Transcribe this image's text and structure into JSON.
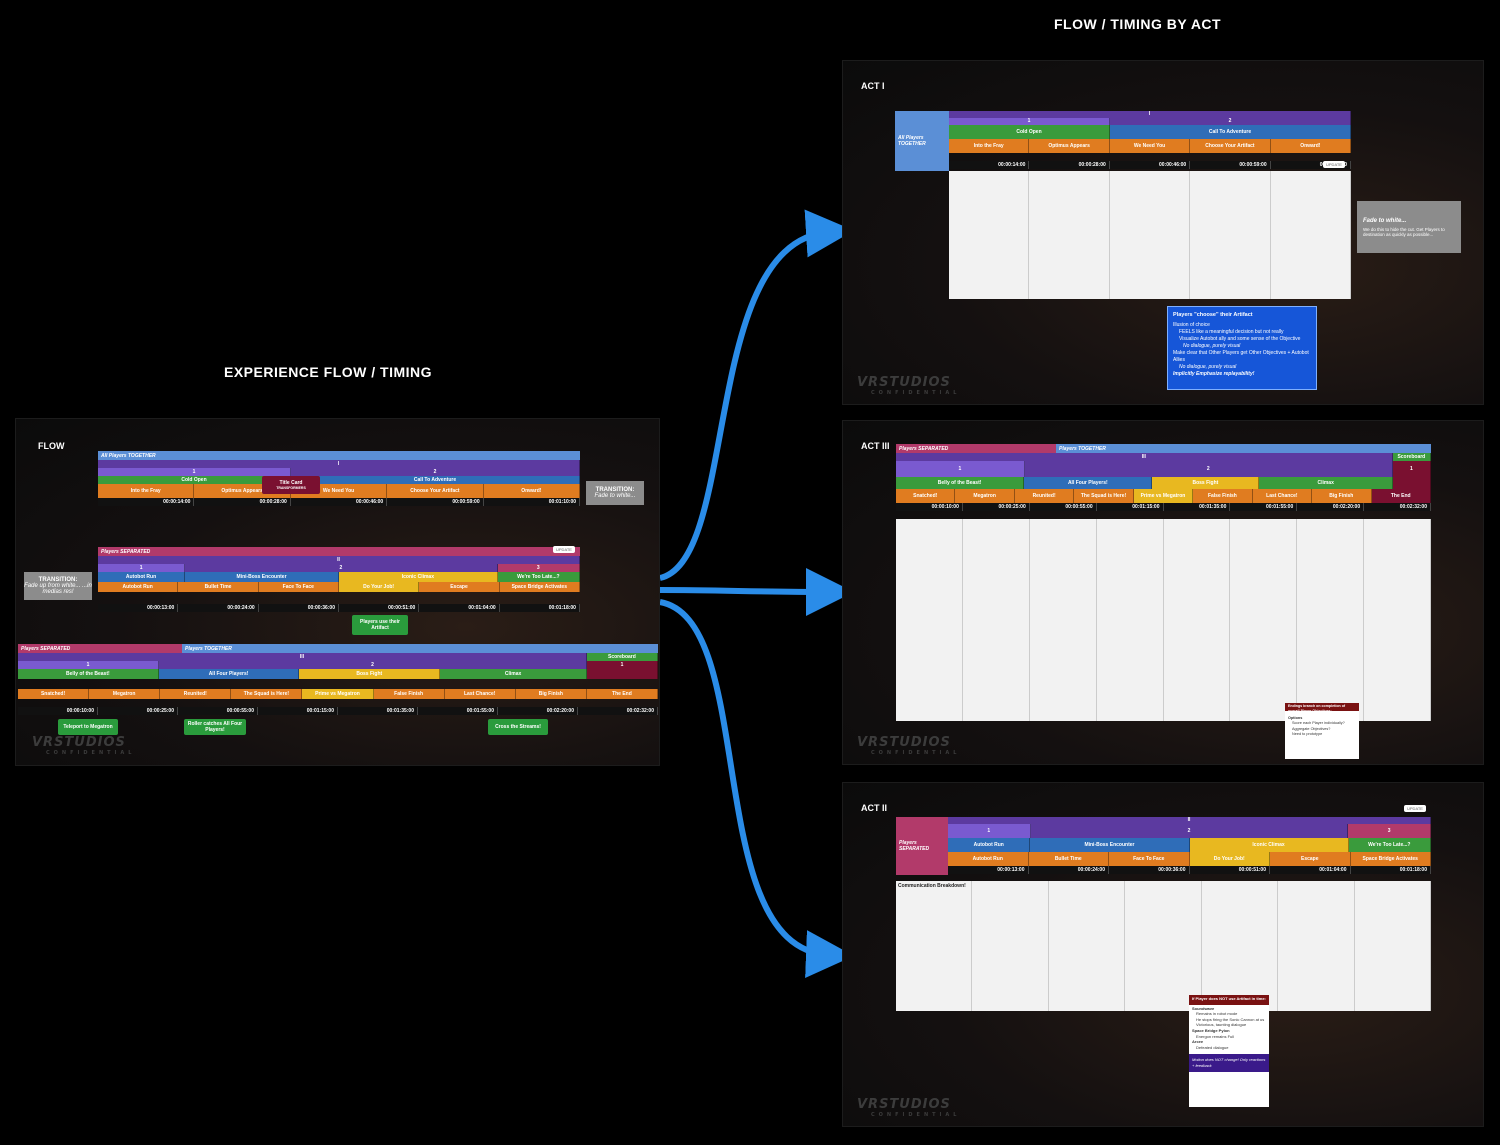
{
  "titles": {
    "flow_timing_by_act": "FLOW / TIMING BY ACT",
    "experience_flow": "EXPERIENCE FLOW / TIMING"
  },
  "flow": {
    "label": "FLOW",
    "logo": "VRSTUDIOS",
    "logo_sub": "CONFIDENTIAL",
    "together_band": "All Players TOGETHER",
    "separated_band": "Players SEPARATED",
    "title_card": "Title Card",
    "title_card_sub": "TRANSFORMERS",
    "transition_left_title": "TRANSITION:",
    "transition_left_body": "Fade up from white... ...in medias res!",
    "transition_right_title": "TRANSITION:",
    "transition_right_body": "Fade to white...",
    "act1": {
      "act": "I",
      "scenes": [
        "1",
        "2"
      ],
      "blocks": [
        "Cold Open",
        "Call To Adventure"
      ],
      "beats": [
        "Into the Fray",
        "Optimus Appears",
        "We Need You",
        "Choose Your Artifact",
        "Onward!"
      ],
      "times": [
        "00:00:14:00",
        "00:00:28:00",
        "00:00:46:00",
        "00:00:59:00",
        "00:01:10:00"
      ]
    },
    "act2": {
      "act": "II",
      "scenes": [
        "1",
        "2",
        "3"
      ],
      "blocks": [
        "Autobot Run",
        "Mini-Boss Encounter",
        "Iconic Climax",
        "We're Too Late...?"
      ],
      "beats": [
        "Autobot Run",
        "Bullet Time",
        "Face To Face",
        "Do Your Job!",
        "Escape",
        "Space Bridge Activates"
      ],
      "times": [
        "00:00:13:00",
        "00:00:24:00",
        "00:00:36:00",
        "00:00:51:00",
        "00:01:04:00",
        "00:01:18:00"
      ],
      "green_tag": "Players use their Artifact"
    },
    "act3": {
      "act": "III",
      "scoreboard": "Scoreboard",
      "together_band": "Players TOGETHER",
      "separated_band": "Players SEPARATED",
      "scenes": [
        "1",
        "2",
        "1"
      ],
      "blocks": [
        "Belly of the Beast!",
        "All Four Players!",
        "Boss Fight",
        "Climax"
      ],
      "beats": [
        "Snatched!",
        "Megatron",
        "Reunited!",
        "The Squad is Here!",
        "Prime vs Megatron",
        "False Finish",
        "Last Chance!",
        "Big Finish",
        "The End"
      ],
      "times": [
        "00:00:10:00",
        "00:00:25:00",
        "00:00:55:00",
        "00:01:15:00",
        "00:01:35:00",
        "00:01:55:00",
        "00:02:20:00",
        "00:02:32:00"
      ],
      "tags": [
        "Teleport to Megatron",
        "Roller catches All Four Players!",
        "Cross the Streams!"
      ]
    }
  },
  "act_i": {
    "label": "ACT I",
    "band": "All Players TOGETHER",
    "callout_title": "Players \"choose\" their Artifact",
    "callout_items": [
      "Illusion of choice",
      "FEELS like a meaningful decision but not really",
      "Visualize Autobot ally and some sense of the Objective",
      "No dialogue, purely visual",
      "Make clear that Other Players get Other Objectives + Autobot Allies",
      "No dialogue, purely visual",
      "Implicitly Emphasize replayability!"
    ],
    "transition_title": "Fade to white...",
    "transition_body": "We do this to hide the cut. Get Players to destination as quickly as possible...",
    "update": "UPDATE"
  },
  "act_iii": {
    "label": "ACT III",
    "endings_title": "Endings branch on completion of overall Player Objectives:",
    "endings_items": [
      "Options",
      "Score each Player individually?",
      "Aggregate Objectives?",
      "Need to prototype"
    ]
  },
  "act_ii": {
    "label": "ACT II",
    "band": "Players SEPARATED",
    "first_col": "Communication Breakdown!",
    "callout_title": "If Player does NOT use Artifact in time:",
    "callout_items": [
      "Soundwave",
      "Remains in robot mode",
      "He stops firing the Sonic Cannon at us",
      "Victorious, taunting dialogue",
      "Space Bridge Pylon",
      "Energon remains Full",
      "Arcee",
      "Defeated dialogue"
    ],
    "callout_footer": "Motion does NOT change! Only reactions + feedback",
    "update": "UPDATE"
  },
  "colors": {
    "blue_band": "#5b8fd6",
    "purple": "#5c3aa0",
    "light_purple": "#7a5ad0",
    "green": "#3a9b3c",
    "orange": "#e07c20",
    "yellow": "#e8b820",
    "pink": "#b23a6a",
    "arrow_blue": "#2a8ce8",
    "callout_blue": "#1656d8",
    "callout_maroon": "#7a1212"
  }
}
